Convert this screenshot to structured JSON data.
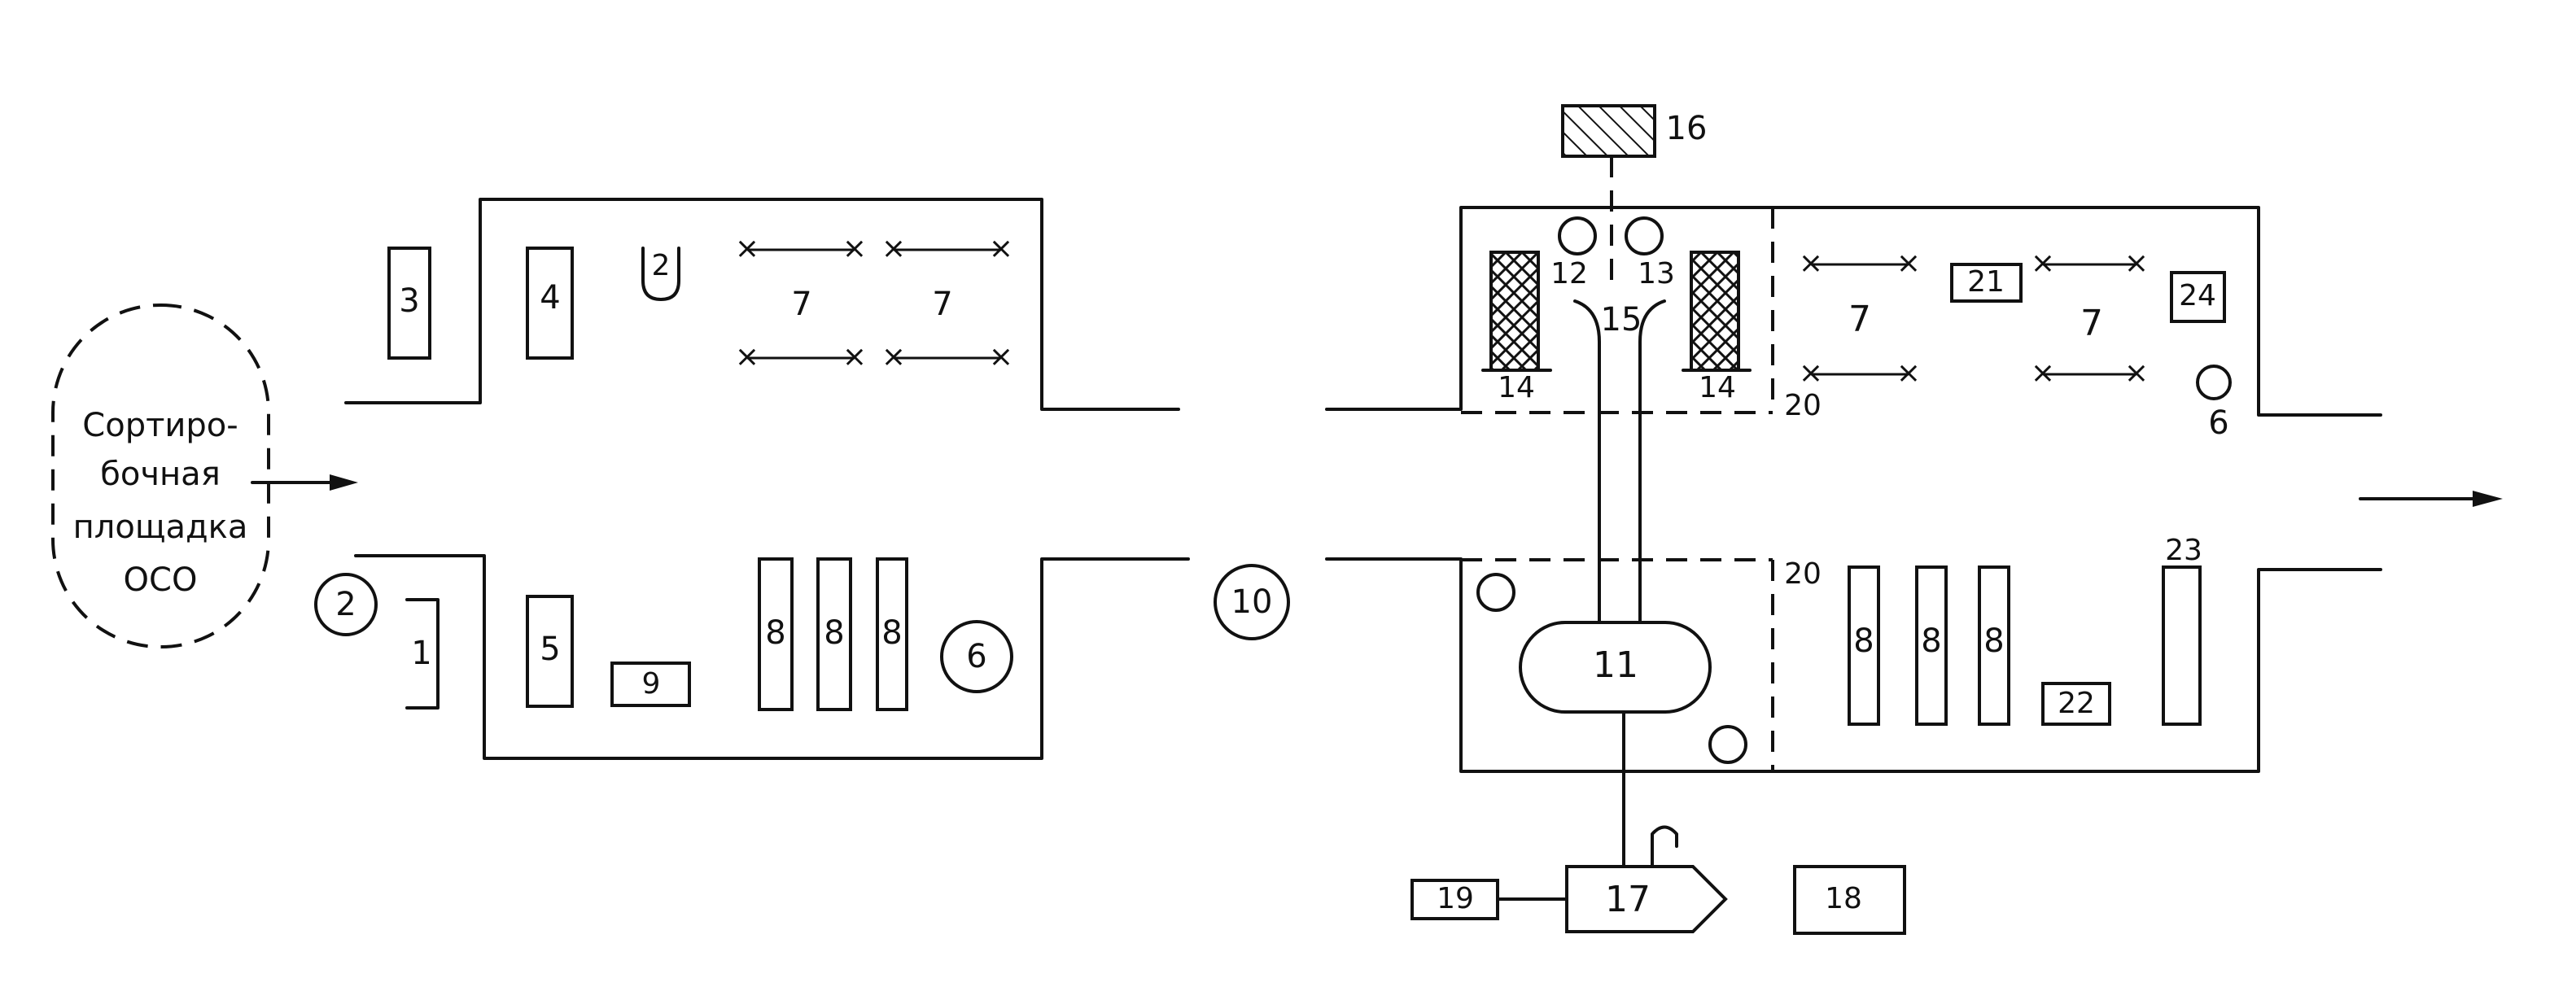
{
  "sorting_area": {
    "line1": "Сортиро-",
    "line2": "бочная",
    "line3": "площадка",
    "line4": "ОСО"
  },
  "labels": {
    "n1": "1",
    "n2": "2",
    "n3": "3",
    "n4": "4",
    "n5": "5",
    "n6": "6",
    "n7": "7",
    "n8": "8",
    "n9": "9",
    "n10": "10",
    "n11": "11",
    "n12": "12",
    "n13": "13",
    "n14": "14",
    "n15": "15",
    "n16": "16",
    "n17": "17",
    "n18": "18",
    "n19": "19",
    "n20": "20",
    "n21": "21",
    "n22": "22",
    "n23": "23",
    "n24": "24"
  }
}
